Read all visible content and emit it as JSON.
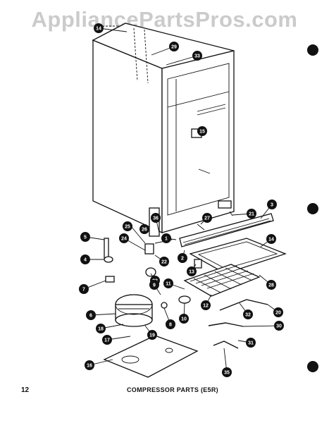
{
  "watermark": "AppliancePartsPros.com",
  "footer": {
    "page_number": "12",
    "title": "COMPRESSOR PARTS (E5R)"
  },
  "callouts": [
    "14",
    "29",
    "33",
    "15",
    "3",
    "21",
    "27",
    "36",
    "5",
    "25",
    "26",
    "1",
    "14",
    "24",
    "2",
    "22",
    "13",
    "28",
    "4",
    "23",
    "7",
    "9",
    "11",
    "12",
    "32",
    "20",
    "6",
    "8",
    "10",
    "18",
    "19",
    "30",
    "17",
    "31",
    "16",
    "35"
  ]
}
